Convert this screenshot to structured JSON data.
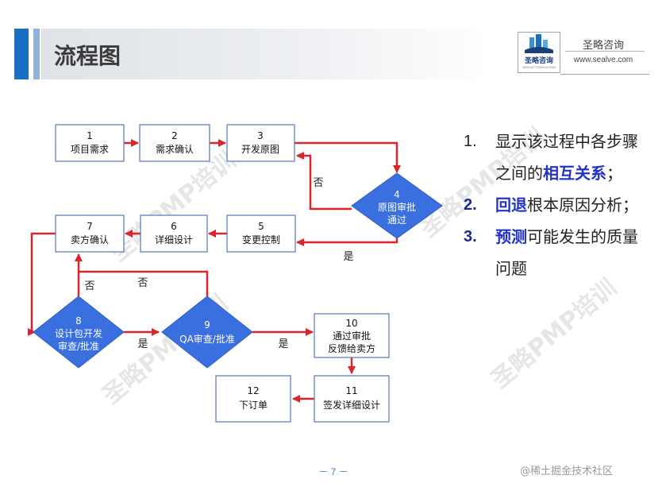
{
  "header": {
    "title": "流程图",
    "company_name": "圣略咨询",
    "company_url": "www.sealve.com",
    "logo_text": "圣略咨询",
    "logo_subtext": "SEALVE CONSULTING"
  },
  "flow": {
    "steps": [
      {
        "num": "1",
        "label": "项目需求"
      },
      {
        "num": "2",
        "label": "需求确认"
      },
      {
        "num": "3",
        "label": "开发原图"
      },
      {
        "num": "4",
        "label_lines": [
          "原图审批",
          "通过"
        ]
      },
      {
        "num": "5",
        "label": "变更控制"
      },
      {
        "num": "6",
        "label": "详细设计"
      },
      {
        "num": "7",
        "label": "卖方确认"
      },
      {
        "num": "8",
        "label_lines": [
          "设计包开发",
          "审查/批准"
        ]
      },
      {
        "num": "9",
        "label": "QA审查/批准"
      },
      {
        "num": "10",
        "label_lines": [
          "通过审批",
          "反馈给卖方"
        ]
      },
      {
        "num": "11",
        "label": "签发详细设计"
      },
      {
        "num": "12",
        "label": "下订单"
      }
    ],
    "edge_labels": {
      "no4": "否",
      "yes4": "是",
      "no9": "否",
      "no8": "否",
      "yes8": "是",
      "yes9": "是"
    }
  },
  "points": [
    {
      "num": "1.",
      "before": "显示该过程中各步骤之间的",
      "highlight": "相互关系",
      "after": "；"
    },
    {
      "num": "2.",
      "before": "",
      "highlight": "回退",
      "after": "根本原因分析；"
    },
    {
      "num": "3.",
      "before": "",
      "highlight": "预测",
      "after": "可能发生的质量问题"
    }
  ],
  "footer": {
    "page": "－ 7 －",
    "source": "@稀土掘金技术社区"
  },
  "colors": {
    "accent_blue": "#1b6fc2",
    "diamond_blue": "#3a6fe0",
    "arrow_red": "#d9262c",
    "highlight": "#2233cc"
  },
  "watermark": "圣略PMP培训"
}
